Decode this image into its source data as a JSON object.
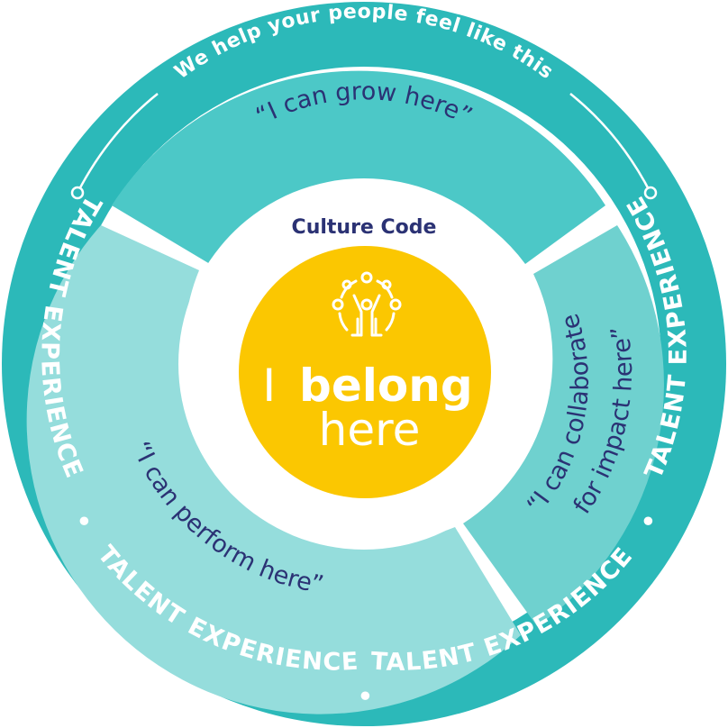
{
  "colors": {
    "outer_ring": "#2cb9b9",
    "grow_segment": "#4cc8c7",
    "collaborate_segment": "#6fd1cf",
    "perform_segment": "#95dddc",
    "center_circle": "#fbc701",
    "text_navy": "#2b3274",
    "white": "#ffffff"
  },
  "tagline": "We help your people feel like this",
  "ring_label": "TALENT EXPERIENCE",
  "ring_separator": "•",
  "segments": {
    "grow": "“I can grow here”",
    "collaborate_line1": "“I can collaborate",
    "collaborate_line2": "for impact here”",
    "perform": "“I can perform here”"
  },
  "culture_code": "Culture Code",
  "center": {
    "icon": "people-tree-icon",
    "word_i": "I",
    "word_belong": "belong",
    "word_here": "here"
  }
}
